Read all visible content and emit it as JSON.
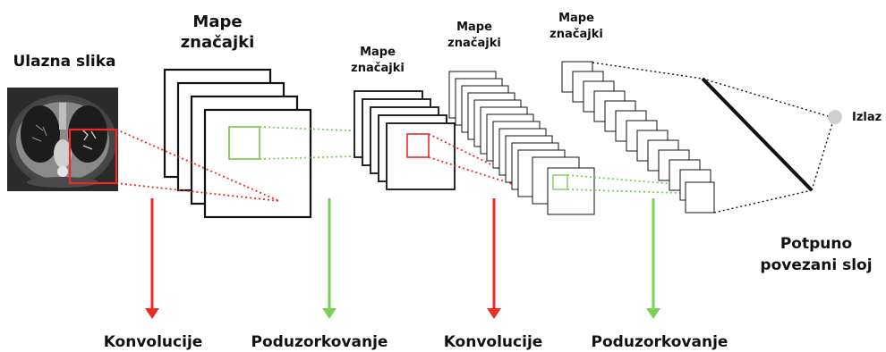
{
  "labels": {
    "input_image": "Ulazna slika",
    "feature_maps_1_line1": "Mape",
    "feature_maps_1_line2": "značajki",
    "feature_maps_2_line1": "Mape",
    "feature_maps_2_line2": "značajki",
    "feature_maps_3_line1": "Mape",
    "feature_maps_3_line2": "značajki",
    "feature_maps_4_line1": "Mape",
    "feature_maps_4_line2": "značajki",
    "output": "Izlaz",
    "fc_line1": "Potpuno",
    "fc_line2": "povezani sloj",
    "conv_1": "Konvolucije",
    "pool_1": "Poduzorkovanje",
    "conv_2": "Konvolucije",
    "pool_2": "Poduzorkovanje"
  },
  "colors": {
    "convolution": "#ee2a24",
    "pooling": "#7ccf57",
    "stroke": "#111111",
    "output_node": "#cfcfcf"
  }
}
